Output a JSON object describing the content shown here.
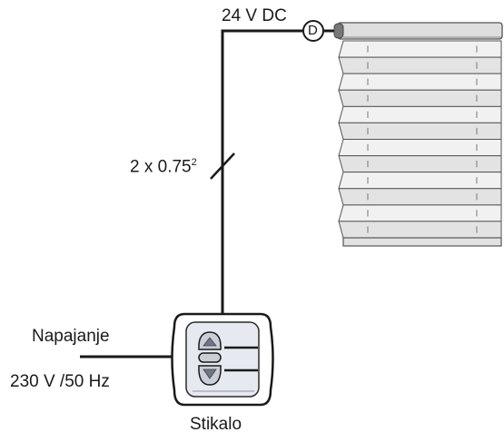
{
  "labels": {
    "dc_voltage": "24 V DC",
    "motor_symbol": "D",
    "cable_size": "2 x 0.75",
    "cable_exponent": "2",
    "supply_label": "Napajanje",
    "supply_voltage": "230 V /50 Hz",
    "switch_label": "Stikalo"
  },
  "blind": {
    "pleat_count": 12
  },
  "colors": {
    "line": "#1a1a1a",
    "blind_fill": "#eeeeee",
    "blind_stroke": "#555555",
    "switch_face": "#e6e9ef"
  }
}
